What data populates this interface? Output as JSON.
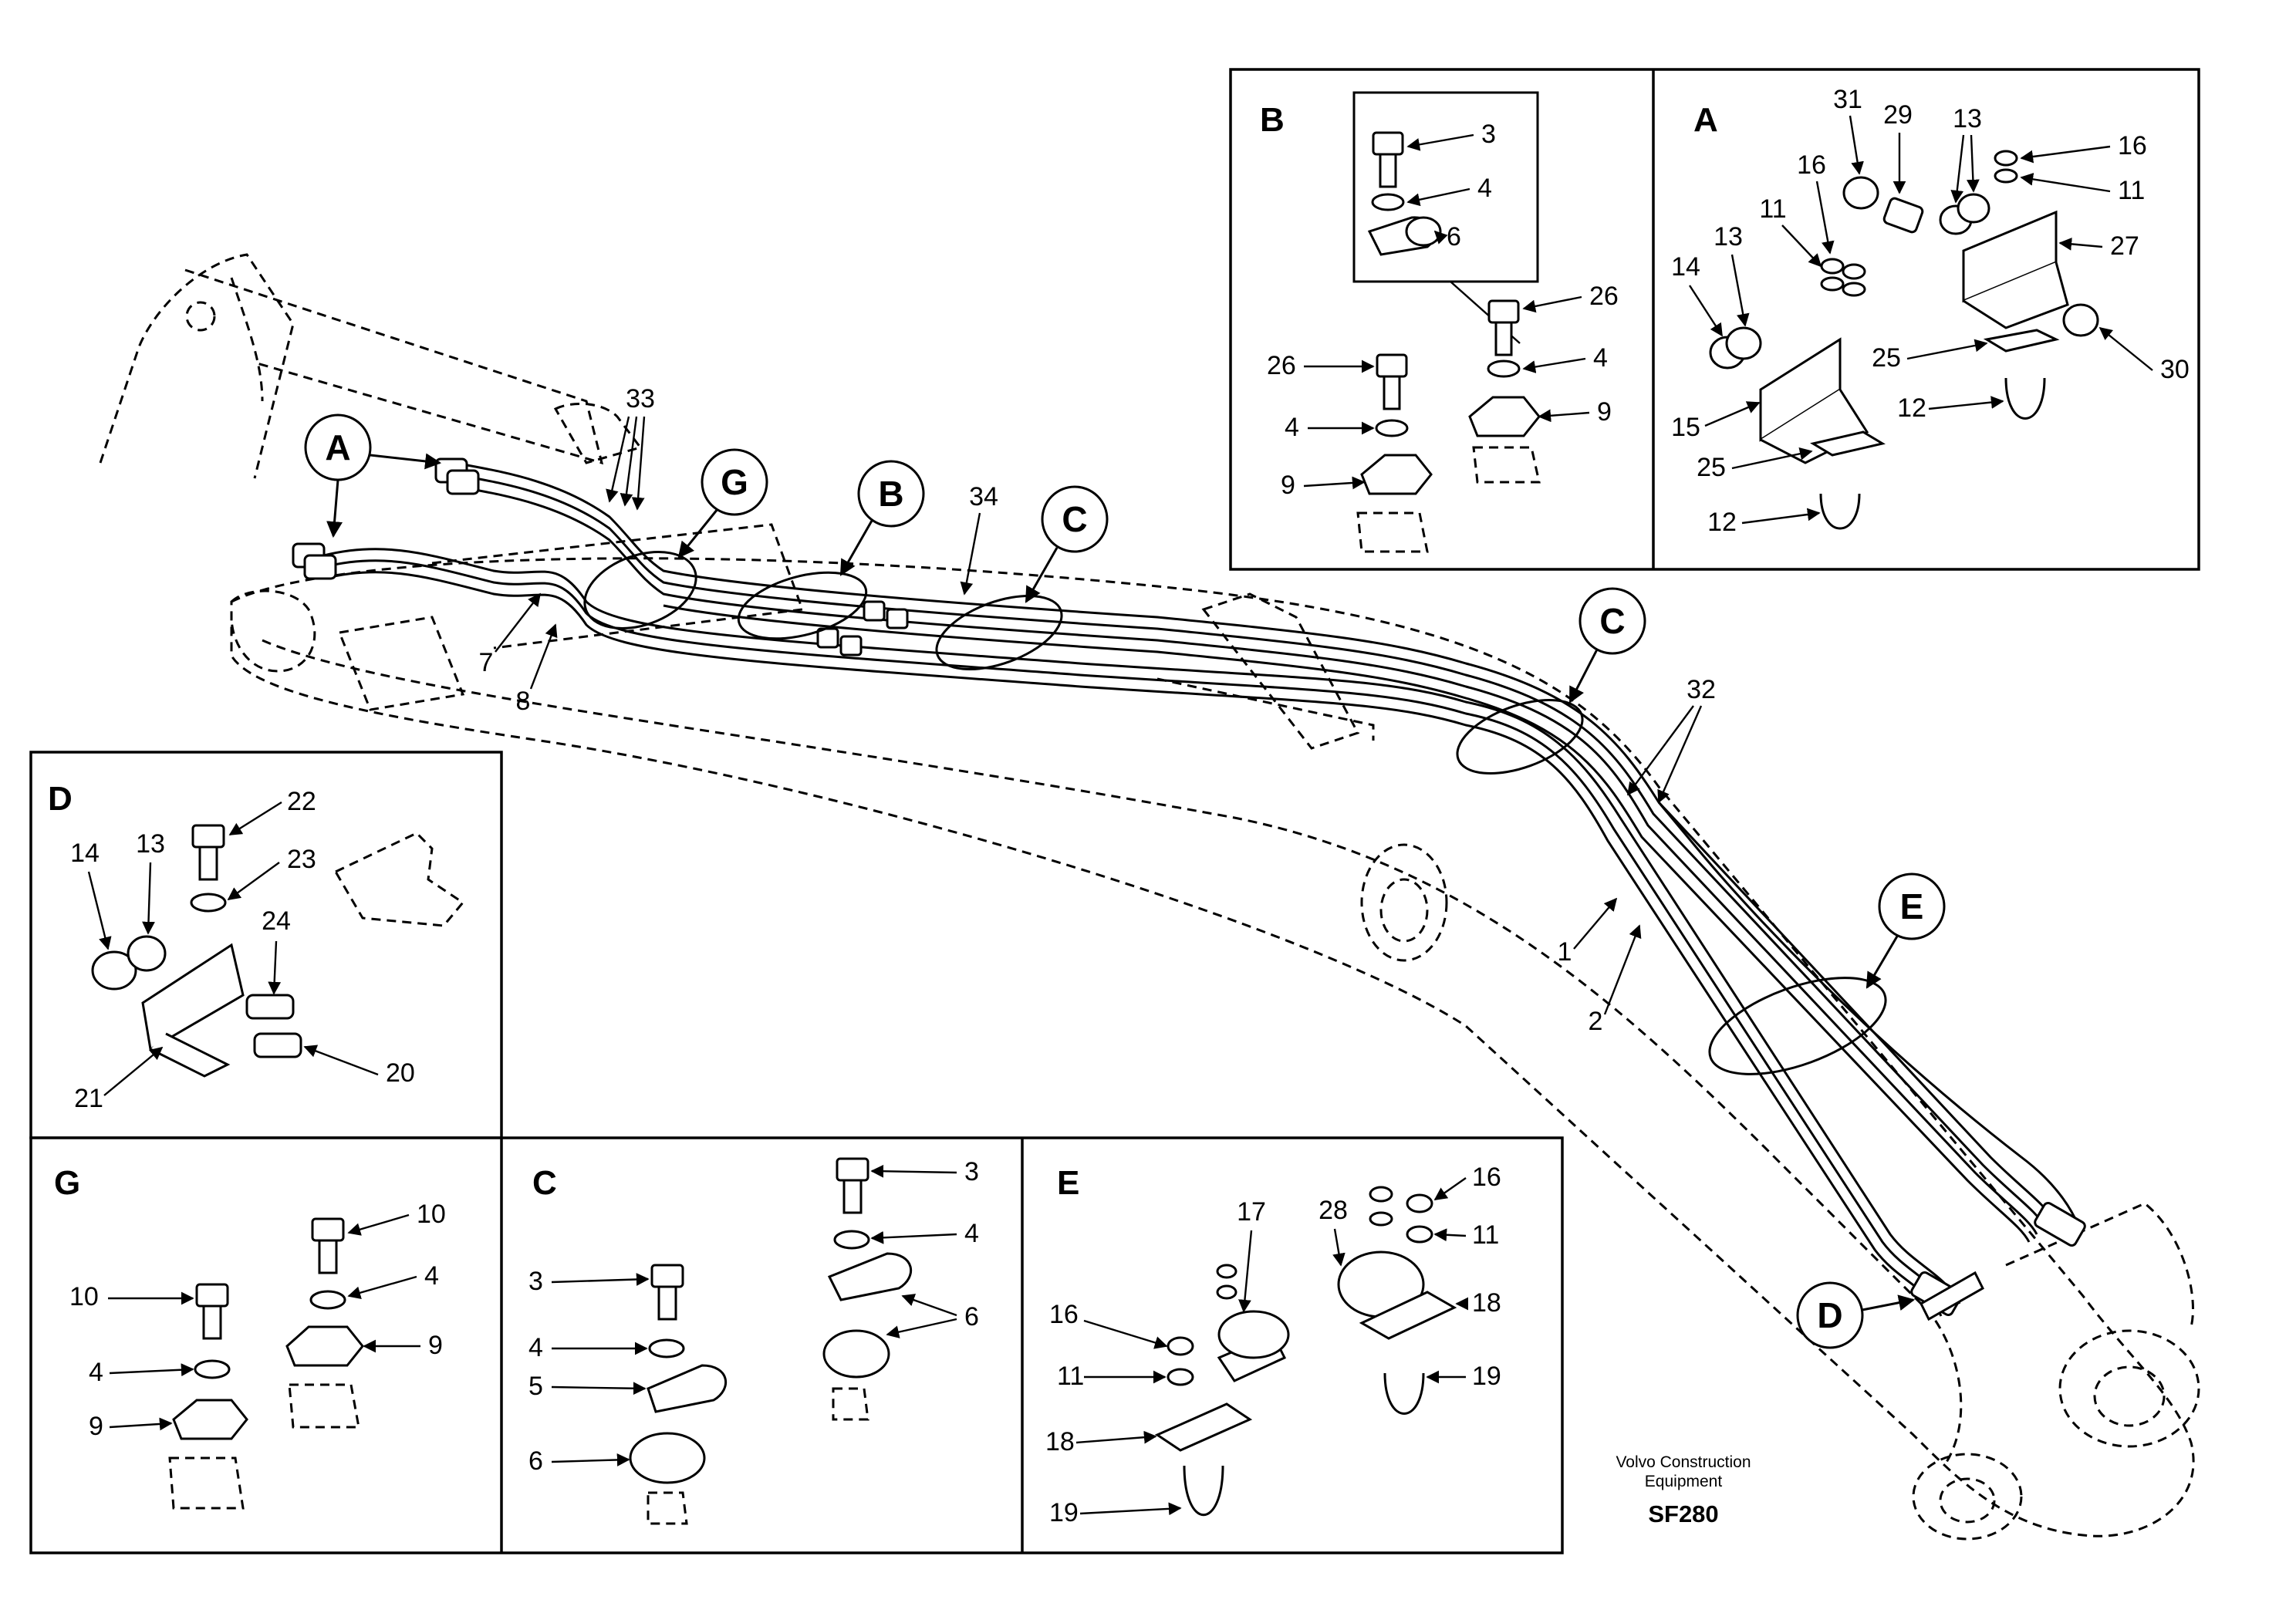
{
  "diagram": {
    "footer": {
      "maker_line1": "Volvo Construction",
      "maker_line2": "Equipment",
      "code": "SF280"
    },
    "callouts": {
      "A": "A",
      "G": "G",
      "B": "B",
      "C1": "C",
      "C2": "C",
      "E": "E",
      "D": "D"
    },
    "main_labels": {
      "l33": "33",
      "l34": "34",
      "l7": "7",
      "l8": "8",
      "l32": "32",
      "l1": "1",
      "l2": "2"
    },
    "detail_B": {
      "title": "B",
      "labels": [
        "3",
        "4",
        "6",
        "26",
        "4",
        "9",
        "26",
        "4",
        "9"
      ]
    },
    "detail_A": {
      "title": "A",
      "labels": [
        "31",
        "29",
        "13",
        "16",
        "11",
        "16",
        "11",
        "27",
        "13",
        "14",
        "25",
        "12",
        "30",
        "15",
        "25",
        "12"
      ]
    },
    "detail_D": {
      "title": "D",
      "labels": [
        "22",
        "14",
        "13",
        "23",
        "24",
        "21",
        "20"
      ]
    },
    "detail_G": {
      "title": "G",
      "labels": [
        "10",
        "10",
        "4",
        "4",
        "9",
        "9"
      ]
    },
    "detail_C": {
      "title": "C",
      "labels": [
        "3",
        "4",
        "6",
        "3",
        "4",
        "5",
        "6"
      ]
    },
    "detail_E": {
      "title": "E",
      "labels": [
        "17",
        "28",
        "16",
        "11",
        "18",
        "19",
        "16",
        "11",
        "18",
        "19"
      ]
    }
  }
}
